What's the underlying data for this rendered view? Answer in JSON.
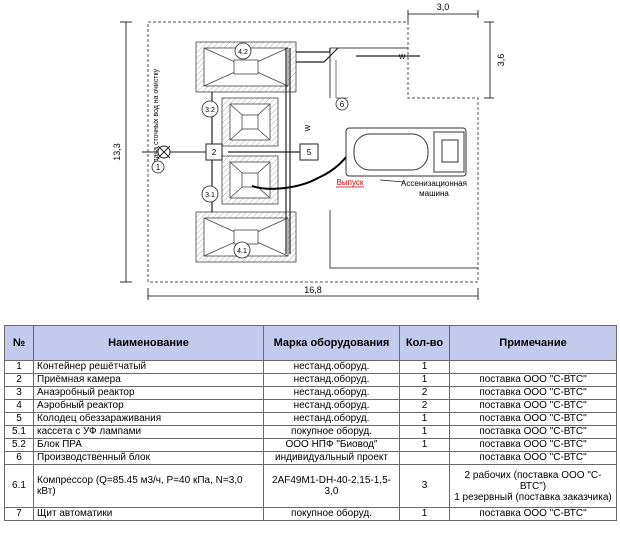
{
  "drawing": {
    "dims": {
      "width_total": "16,8",
      "height_total": "13,3",
      "top_width": "3,0",
      "side_height": "3,6"
    },
    "labels": {
      "inlet": "Подача сточных вод на очистку",
      "outlet": "Выпуск",
      "machine_line1": "Ассенизационная",
      "machine_line2": "машина",
      "w_mark": "W",
      "w2_mark": "W"
    },
    "markers": [
      "1",
      "2",
      "3.1",
      "3.2",
      "4.1",
      "4.2",
      "5",
      "6"
    ]
  },
  "table": {
    "headers": [
      "№",
      "Наименование",
      "Марка оборудования",
      "Кол-во",
      "Примечание"
    ],
    "rows": [
      {
        "num": "1",
        "name": "Контейнер решётчатый",
        "brand": "нестанд.оборуд.",
        "qty": "1",
        "note": ""
      },
      {
        "num": "2",
        "name": "Приёмная камера",
        "brand": "нестанд.оборуд.",
        "qty": "1",
        "note": "поставка ООО \"С-ВТС\""
      },
      {
        "num": "3",
        "name": "Анаэробный реактор",
        "brand": "нестанд.оборуд.",
        "qty": "2",
        "note": "поставка ООО \"С-ВТС\""
      },
      {
        "num": "4",
        "name": "Аэробный реактор",
        "brand": "нестанд.оборуд.",
        "qty": "2",
        "note": "поставка ООО \"С-ВТС\""
      },
      {
        "num": "5",
        "name": "Колодец обеззараживания",
        "brand": "нестанд.оборуд.",
        "qty": "1",
        "note": "поставка ООО \"С-ВТС\""
      },
      {
        "num": "5.1",
        "name": "кассета с УФ лампами",
        "brand": "покупное оборуд.",
        "qty": "1",
        "note": "поставка ООО \"С-ВТС\""
      },
      {
        "num": "5.2",
        "name": "Блок ПРА",
        "brand": "ООО НПФ \"Биовод\"",
        "qty": "1",
        "note": "поставка ООО \"С-ВТС\""
      },
      {
        "num": "6",
        "name": "Производственный блок",
        "brand": "индивидуальный проект",
        "qty": "",
        "note": "поставка ООО \"С-ВТС\""
      },
      {
        "num": "6.1",
        "name": "Компрессор (Q=85.45 м3/ч, Р=40 кПа, N=3,0 кВт)",
        "brand": "2AF49M1-DH-40-2,15-1,5-3,0",
        "qty": "3",
        "note": "2 рабочих (поставка ООО \"С-ВТС\")\n1 резервный (поставка заказчика)"
      },
      {
        "num": "7",
        "name": "Щит автоматики",
        "brand": "покупное оборуд.",
        "qty": "1",
        "note": "поставка ООО \"С-ВТС\""
      }
    ]
  },
  "colors": {
    "header_bg": "#c4c9ee",
    "outlet_red": "#cc0000",
    "pipe_dark": "#000000"
  }
}
